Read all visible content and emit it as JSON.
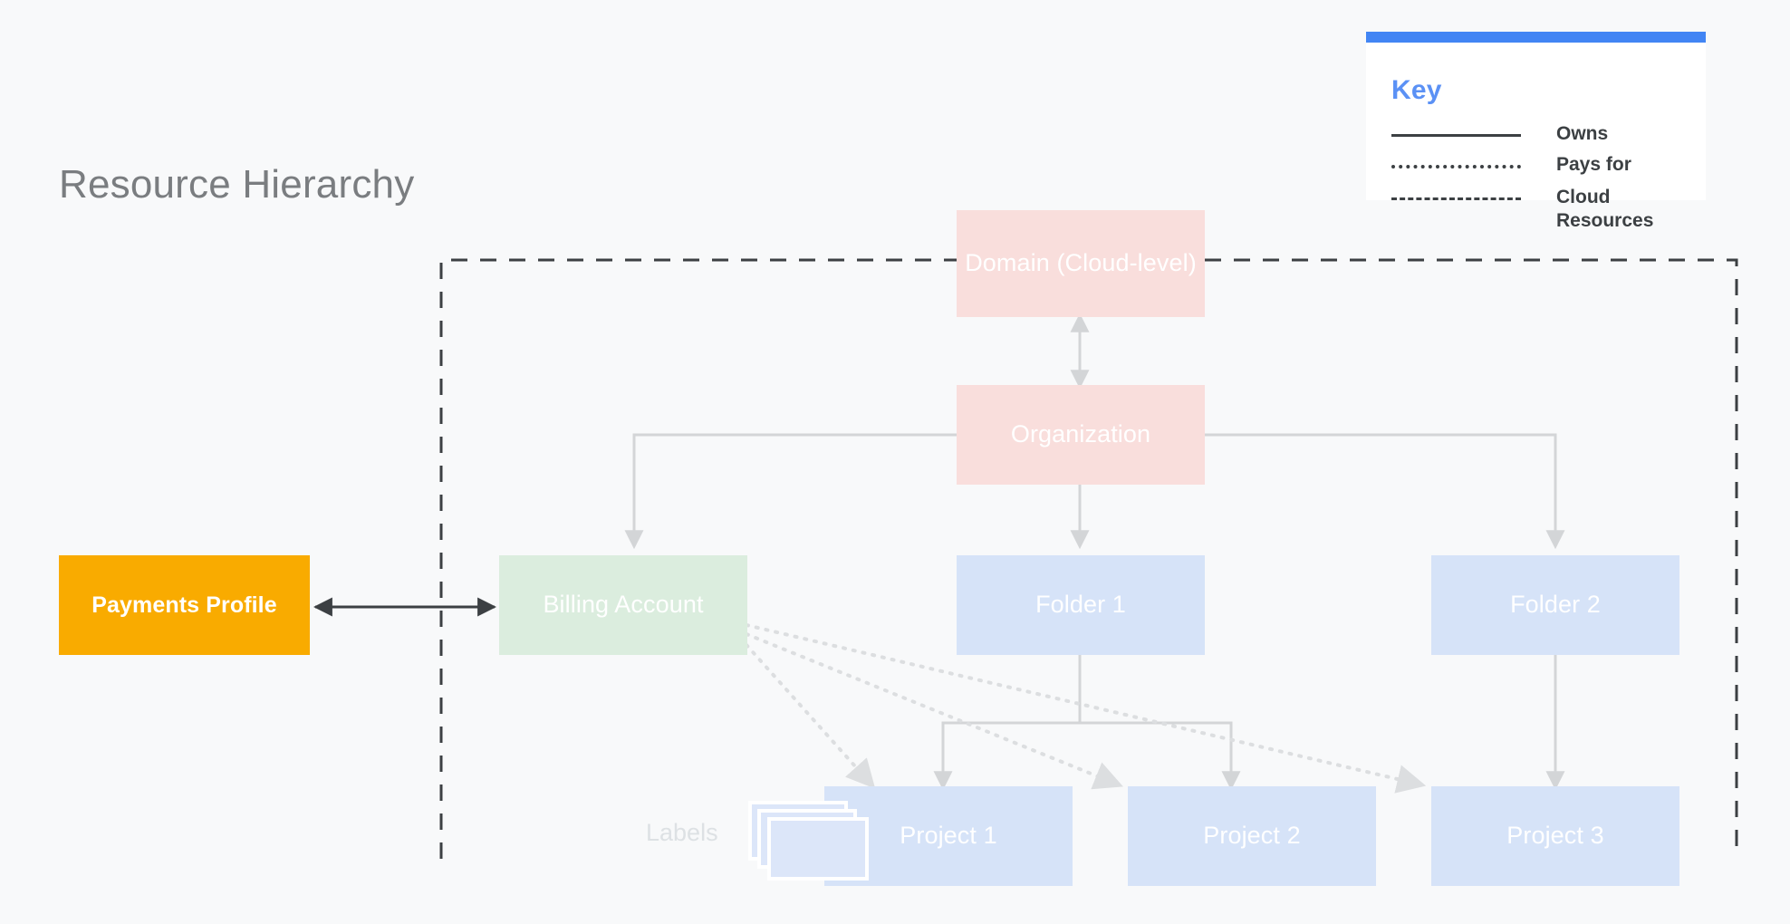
{
  "title": "Resource Hierarchy",
  "colors": {
    "background": "#F8F9FA",
    "pink": "#F9DEDC",
    "blue": "#D6E3F8",
    "green": "#DBEDDE",
    "amber": "#F9AB00",
    "accent_blue": "#4285F4",
    "key_title": "#5B91F5",
    "title_gray": "#7A7D80",
    "edge_gray": "#D3D5D7",
    "dark_line": "#3C4043"
  },
  "key": {
    "title": "Key",
    "rows": [
      {
        "style": "solid",
        "label": "Owns"
      },
      {
        "style": "dotted",
        "label": "Pays for"
      },
      {
        "style": "dashed",
        "label": "Cloud Resources"
      }
    ]
  },
  "nodes": {
    "domain": {
      "label": "Domain (Cloud-level)"
    },
    "organization": {
      "label": "Organization"
    },
    "billing_account": {
      "label": "Billing Account"
    },
    "folder1": {
      "label": "Folder 1"
    },
    "folder2": {
      "label": "Folder 2"
    },
    "project1": {
      "label": "Project 1"
    },
    "project2": {
      "label": "Project 2"
    },
    "project3": {
      "label": "Project 3"
    },
    "payments_profile": {
      "label": "Payments Profile"
    },
    "labels": {
      "label": "Labels"
    }
  },
  "edges": [
    {
      "from": "domain",
      "to": "organization",
      "style": "owns",
      "bidirectional": true
    },
    {
      "from": "organization",
      "to": "billing_account",
      "style": "owns"
    },
    {
      "from": "organization",
      "to": "folder1",
      "style": "owns"
    },
    {
      "from": "organization",
      "to": "folder2",
      "style": "owns"
    },
    {
      "from": "folder1",
      "to": "project1",
      "style": "owns"
    },
    {
      "from": "folder1",
      "to": "project2",
      "style": "owns"
    },
    {
      "from": "folder2",
      "to": "project3",
      "style": "owns"
    },
    {
      "from": "billing_account",
      "to": "project1",
      "style": "pays-for"
    },
    {
      "from": "billing_account",
      "to": "project2",
      "style": "pays-for"
    },
    {
      "from": "billing_account",
      "to": "project3",
      "style": "pays-for"
    },
    {
      "from": "payments_profile",
      "to": "billing_account",
      "style": "owns",
      "bidirectional": true
    }
  ],
  "cloud_resources_boundary": {
    "style": "dashed",
    "label": "Cloud Resources"
  }
}
